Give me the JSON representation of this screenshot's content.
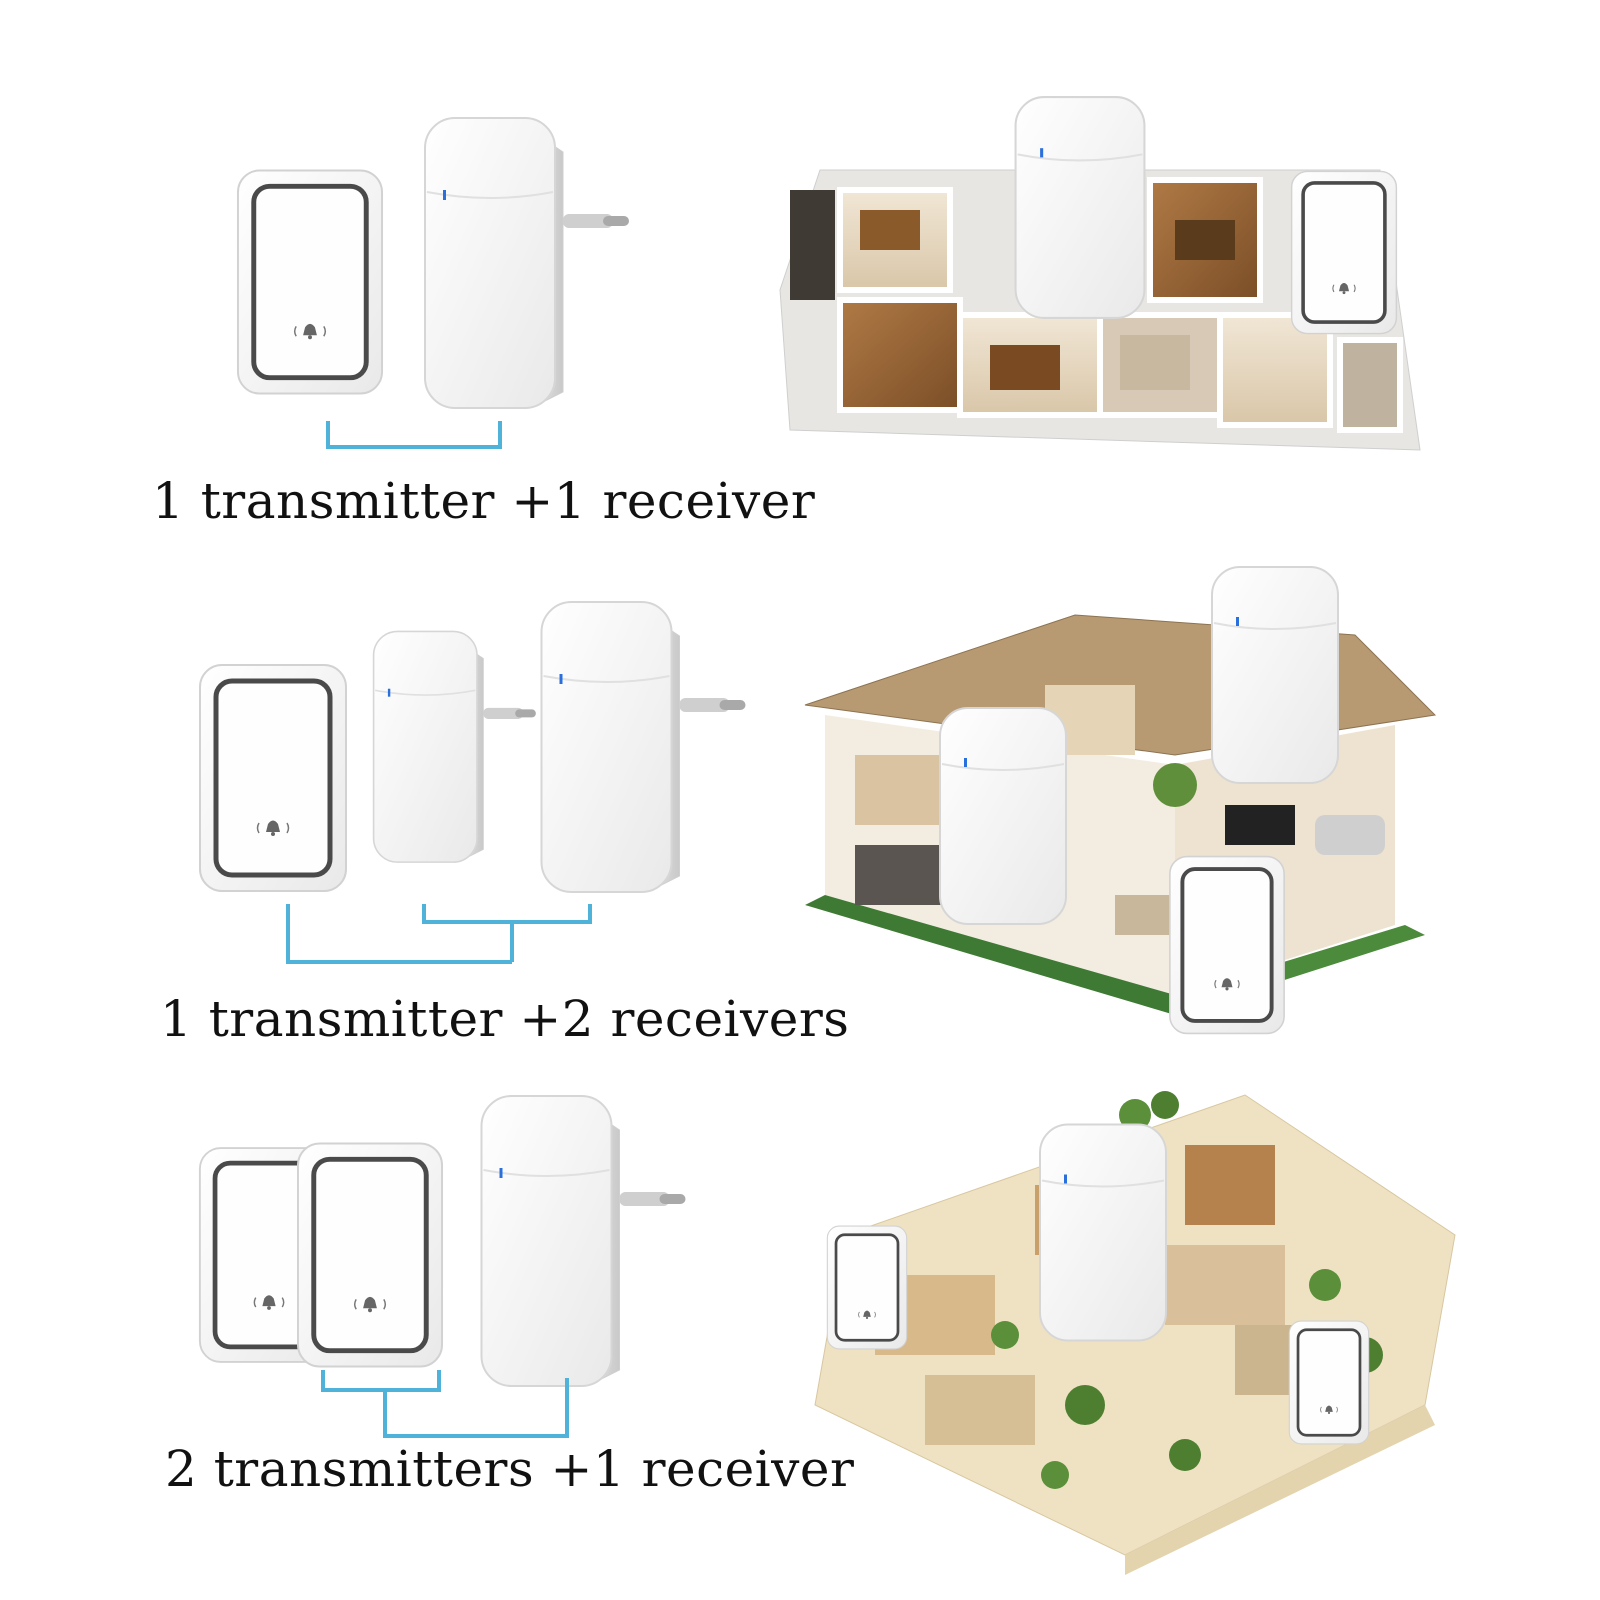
{
  "colors": {
    "connector": "#4fb3d9",
    "device_white": "#fbfbfb",
    "device_border": "#555555",
    "led": "#2a6fdb"
  },
  "sections": [
    {
      "caption": "1 transmitter +1 receiver",
      "scene": "floor-plan"
    },
    {
      "caption": "1 transmitter +2 receivers",
      "scene": "house-cutaway"
    },
    {
      "caption": "2 transmitters +1 receiver",
      "scene": "villa-plan"
    }
  ]
}
